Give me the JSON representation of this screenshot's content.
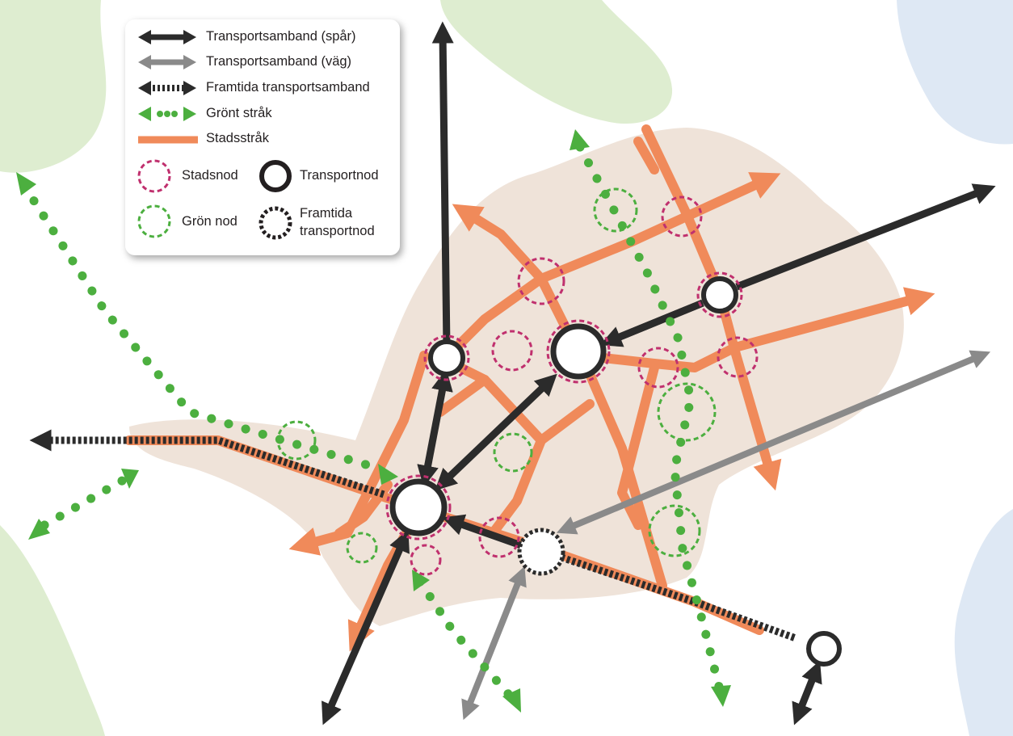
{
  "legend": {
    "items": [
      {
        "key": "rail",
        "label": "Transportsamband (spår)"
      },
      {
        "key": "road",
        "label": "Transportsamband (väg)"
      },
      {
        "key": "future_link",
        "label": "Framtida transportsamband"
      },
      {
        "key": "green_corridor",
        "label": "Grönt stråk"
      },
      {
        "key": "city_corridor",
        "label": "Stadsstråk"
      },
      {
        "key": "city_node",
        "label": "Stadsnod"
      },
      {
        "key": "transport_node",
        "label": "Transportnod"
      },
      {
        "key": "green_node",
        "label": "Grön nod"
      },
      {
        "key": "future_node_line1",
        "label": "Framtida"
      },
      {
        "key": "future_node_line2",
        "label": "transportnod"
      }
    ]
  },
  "colors": {
    "rail": "#2b2b2b",
    "road": "#8a8a8a",
    "green_corridor": "#4caf3f",
    "city_corridor": "#f08a5a",
    "city_node": "#c0306e",
    "green_node": "#4caf3f",
    "urban_area": "#efe3d9",
    "green_area": "#deedd0",
    "water_area": "#dee8f4"
  }
}
